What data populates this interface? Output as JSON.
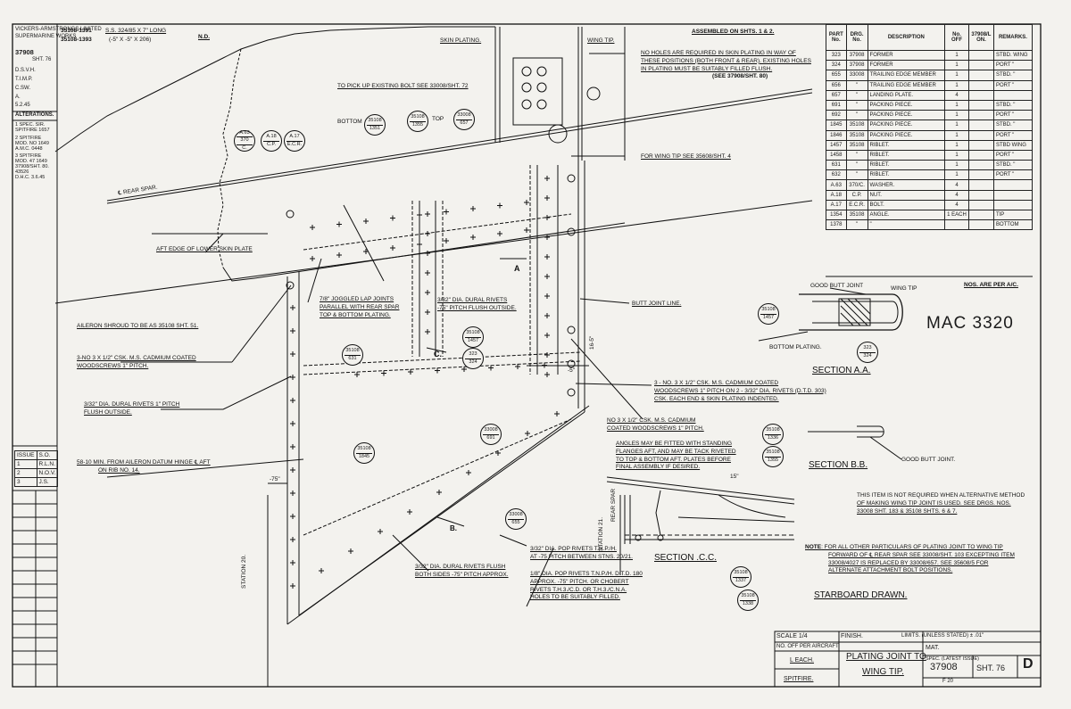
{
  "header": {
    "drawing_refs": [
      "35108-1391",
      "35108-1393"
    ],
    "size_note": "S.S. 324/85 X 7\" LONG",
    "size_note_2": "(-5\" X -5\" X 206)",
    "nd": "N.D.",
    "assembled": "ASSEMBLED ON SHTS. 1 & 2.",
    "handwritten": "MAC 3320"
  },
  "left_strip": {
    "company": "VICKERS-ARMSTRONGS LIMITED",
    "works": "SUPERMARINE WORKS",
    "drawing_no": "37908",
    "sheet": "SHT. 76",
    "drawn": "D.S.V.H.",
    "traced": "T.I.M.P.",
    "checked": "C.SW.",
    "approved": "A.",
    "date": "5.2.45",
    "alterations_title": "ALTERATIONS.",
    "alt_1": "1 SPEC. SIR.",
    "alt_1b": "SPITFIRE 1657",
    "alt_2": "2 SPITFIRE",
    "alt_2b": "MOD. NO 1649",
    "alt_2c": "A.M.C. 0448",
    "alt_3": "3 SPITFIRE",
    "alt_3b": "MOD. 47 1649",
    "alt_3c": "37908/SHT. 80.",
    "alt_3d": "43526",
    "alt_3e": "D.H.C. 3.6.45",
    "issue_head": [
      "ISSUE",
      "S.O."
    ],
    "issue_rows": [
      [
        "1",
        "R.L.N."
      ],
      [
        "2",
        "N.O.V."
      ],
      [
        "3",
        "J.S."
      ]
    ]
  },
  "parts_table": {
    "headers": [
      "PART No.",
      "DRG. No.",
      "DESCRIPTION",
      "No. OFF",
      "37908/L ON.",
      "REMARKS."
    ],
    "rows": [
      [
        "323",
        "37908",
        "FORMER",
        "1",
        "",
        "STBD. WING"
      ],
      [
        "324",
        "37908",
        "FORMER",
        "1",
        "",
        "PORT  \""
      ],
      [
        "655",
        "33008",
        "TRAILING EDGE MEMBER",
        "1",
        "",
        "STBD.  \""
      ],
      [
        "656",
        "\"",
        "TRAILING EDGE MEMBER",
        "1",
        "",
        "PORT  \""
      ],
      [
        "657",
        "\"",
        "LANDING PLATE.",
        "4",
        "",
        ""
      ],
      [
        "691",
        "\"",
        "PACKING PIECE.",
        "1",
        "",
        "STBD.  \""
      ],
      [
        "692",
        "\"",
        "PACKING PIECE.",
        "1",
        "",
        "PORT  \""
      ],
      [
        "1845",
        "35108",
        "PACKING PIECE.",
        "1",
        "",
        "STBD.  \""
      ],
      [
        "1846",
        "35108",
        "PACKING PIECE.",
        "1",
        "",
        "PORT  \""
      ],
      [
        "1457",
        "35108",
        "RIBLET.",
        "1",
        "",
        "STBD WING"
      ],
      [
        "1458",
        "\"",
        "RIBLET.",
        "1",
        "",
        "PORT  \""
      ],
      [
        "631",
        "\"",
        "RIBLET.",
        "1",
        "",
        "STBD.  \""
      ],
      [
        "632",
        "\"",
        "RIBLET.",
        "1",
        "",
        "PORT  \""
      ],
      [
        "A.63",
        "370/C.",
        "WASHER.",
        "4",
        "",
        ""
      ],
      [
        "A.18",
        "C.P.",
        "NUT.",
        "4",
        "",
        ""
      ],
      [
        "A.17",
        "E.C.R.",
        "BOLT.",
        "4",
        "",
        ""
      ],
      [
        "1354",
        "35108",
        "ANGLE.",
        "1 EACH",
        "",
        "TIP"
      ],
      [
        "1378",
        "\"",
        "\"",
        "",
        "",
        "BOTTOM"
      ]
    ],
    "footer": "Nos. ARE PER A/C."
  },
  "labels": {
    "skin_plating": "SKIN PLATING.",
    "wing_tip_top": "WING TIP.",
    "no_holes_1": "NO HOLES ARE REQUIRED IN SKIN PLATING IN WAY OF",
    "no_holes_2": "THESE POSITIONS (BOTH FRONT & REAR). EXISTING HOLES",
    "no_holes_3": "IN PLATING MUST BE SUITABLY FILLED FLUSH.",
    "no_holes_4": "(SEE 37908/SHT. 80)",
    "pick_up": "TO PICK UP EXISTING BOLT SEE 33008/SHT. 72",
    "bottom_label": "BOTTOM",
    "top_label": "TOP",
    "for_wing_tip": "FOR WING TIP SEE 35608/SHT. 4",
    "rear_spar": "℄ REAR SPAR.",
    "aft_edge": "AFT EDGE OF LOWER SKIN PLATE",
    "joggled_1": "7/8\" JOGGLED LAP JOINTS",
    "joggled_2": "PARALLEL WITH REAR SPAR",
    "joggled_3": "TOP & BOTTOM PLATING.",
    "dural_1": "3/32\" DIA. DURAL RIVETS",
    "dural_2": "-75\" PITCH FLUSH OUTSIDE.",
    "butt_joint_line": "BUTT JOINT LINE.",
    "aileron_shroud": "AILERON SHROUD TO BE AS 35108 SHT. 51.",
    "woodscrews_1": "3-No 3 x 1/2\" CSK. M.S. CADMIUM COATED",
    "woodscrews_2": "WOODSCREWS 1\" PITCH.",
    "flush_1": "3/32\" DIA. DURAL RIVETS 1\" PITCH",
    "flush_2": "FLUSH OUTSIDE.",
    "csk_1": "3 - No. 3 x 1/2\" CSK. M.S. CADMIUM COATED",
    "csk_2": "WOODSCREWS 1\" PITCH ON 2 - 3/32\" DIA. RIVETS (D.T.D. 303)",
    "csk_3": "CSK. EACH END & SKIN PLATING INDENTED.",
    "nos_1": "No 3 x 1/2\" CSK. M.S. CADMIUM",
    "nos_2": "COATED WOODSCREWS 1\" PITCH.",
    "angles_1": "ANGLES MAY BE FITTED WITH STANDING",
    "angles_2": "FLANGES AFT, AND MAY BE TACK RIVETED",
    "angles_3": "TO TOP & BOTTOM AFT. PLATES BEFORE",
    "angles_4": "FINAL ASSEMBLY IF DESIRED.",
    "aileron_datum_1": "58-10 MIN. FROM AILERON DATUM HINGE ℄ AFT",
    "aileron_datum_2": "ON RIB No. 14.",
    "pop_1": "3/32\" DIA. POP RIVETS T.N.P./H.",
    "pop_2": "AT -75 PITCH BETWEEN STNS. 20/21.",
    "pop_3": "1/8\" DIA. POP RIVETS T.N.P./H. D.T.D. 180",
    "pop_4": "APPROX. -75\" PITCH. OR CHOBERT",
    "pop_5": "RIVETS T.H.3./C.D. OR T.H.3./C.N.A.",
    "pop_6": "HOLES TO BE SUITABLY FILLED.",
    "both_sides_1": "3/32\" DIA. DURAL RIVETS FLUSH",
    "both_sides_2": "BOTH SIDES -75\" PITCH APPROX.",
    "station_20": "STATION 20.",
    "station_21": "STATION 21.",
    "rear_spar_v": "REAR SPAR",
    "dim_75": "-75\"",
    "dim_5": "-5\"",
    "dim_16": "16-5\"",
    "dim_15": "15\"",
    "arrow_a": "A",
    "arrow_c": "C.",
    "arrow_b": "B.",
    "good_butt_joint": "GOOD BUTT JOINT",
    "wing_tip_section": "WING TIP",
    "bottom_plating": "BOTTOM PLATING.",
    "section_aa": "SECTION A.A.",
    "section_bb": "SECTION B.B.",
    "section_cc": "SECTION .C.C.",
    "good_butt_joint_b": "GOOD BUTT JOINT.",
    "item_note_1": "THIS ITEM IS NOT REQUIRED WHEN ALTERNATIVE METHOD",
    "item_note_2": "OF MAKING WING TIP JOINT IS USED. SEE DRGS. Nos.",
    "item_note_3": "33008 SHT. 183 & 35108 SHTS. 6 & 7.",
    "note_head": "NOTE",
    "note_1": ": FOR ALL OTHER PARTICULARS OF PLATING JOINT TO WING TIP",
    "note_2": "FORWARD OF ℄ REAR SPAR SEE 33008/SHT. 103 EXCEPTING ITEM",
    "note_3": "33008/4027 IS REPLACED BY 33008/657. SEE 35608/5 FOR",
    "note_4": "ALTERNATE ATTACHMENT BOLT POSITIONS.",
    "starboard": "STARBOARD DRAWN."
  },
  "bubbles": [
    [
      "A.63",
      "370",
      "C."
    ],
    [
      "A.18",
      "C.P."
    ],
    [
      "A.17",
      "E.C.R."
    ],
    [
      "35108",
      "1351"
    ],
    [
      "35108",
      "1355"
    ],
    [
      "33008",
      "657"
    ],
    [
      "35108",
      "631"
    ],
    [
      "35108",
      "1457"
    ],
    [
      "323",
      "324"
    ],
    [
      "33008",
      "691"
    ],
    [
      "35108",
      "1845"
    ],
    [
      "33008",
      "655"
    ],
    [
      "35108",
      "1336"
    ],
    [
      "35108",
      "1355"
    ],
    [
      "35108",
      "1337"
    ],
    [
      "35108",
      "1338"
    ],
    [
      "35108",
      "1457"
    ],
    [
      "323",
      "324"
    ]
  ],
  "title_block": {
    "scale": "SCALE",
    "scale_val": "1/4",
    "finish": "FINISH.",
    "limits": "LIMITS. (UNLESS STATED) ± .01\"",
    "no_off": "No. OFF PER AIRCRAFT",
    "mat": "MAT.",
    "spec": "SPEC. (LATEST ISSUE)",
    "leach": "L EACH.",
    "title_1": "PLATING JOINT TO",
    "title_2": "WING TIP.",
    "drawing": "37908",
    "sheet": "SHT. 76",
    "issue": "D",
    "aircraft": "SPITFIRE.",
    "sheet_size": "F 20"
  },
  "colors": {
    "paper": "#f3f2ee",
    "ink": "#111111"
  }
}
